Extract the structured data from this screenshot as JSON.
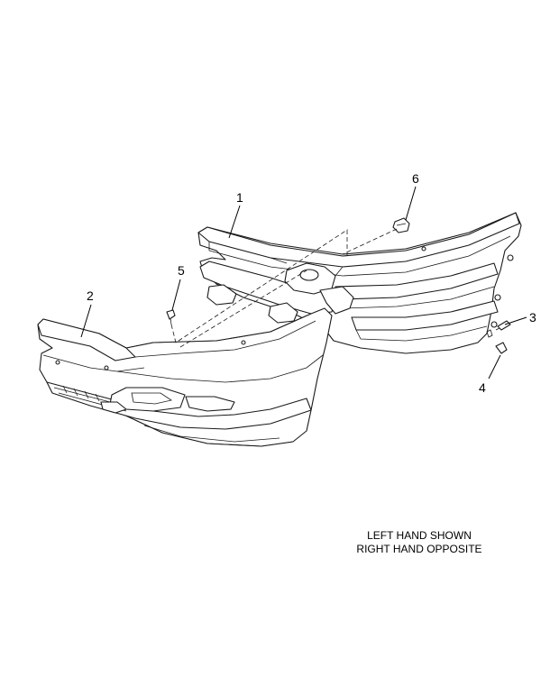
{
  "callouts": [
    {
      "id": "1",
      "label": "1"
    },
    {
      "id": "2",
      "label": "2"
    },
    {
      "id": "3",
      "label": "3"
    },
    {
      "id": "4",
      "label": "4"
    },
    {
      "id": "5",
      "label": "5"
    },
    {
      "id": "6",
      "label": "6"
    }
  ],
  "note": {
    "line1": "LEFT HAND SHOWN",
    "line2": "RIGHT HAND OPPOSITE"
  },
  "colors": {
    "line": "#1a1a1a",
    "background": "#ffffff"
  }
}
